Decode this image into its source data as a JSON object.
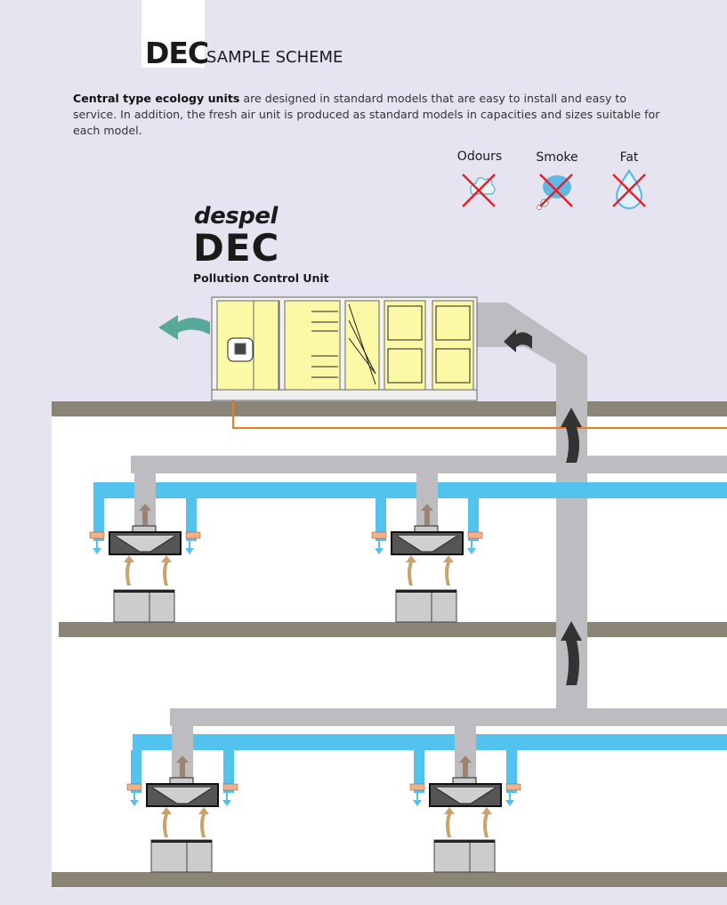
{
  "header": {
    "title_bold": "DEC",
    "title_rest": "SAMPLE SCHEME"
  },
  "intro": {
    "bold": "Central type ecology units",
    "text": " are designed in standard models that are easy to install and easy to service. In addition, the fresh air unit is produced as standard models in capacities and sizes suitable for each model."
  },
  "filters": [
    {
      "label": "Odours",
      "icon": "odour-cloud-icon"
    },
    {
      "label": "Smoke",
      "icon": "smoke-icon"
    },
    {
      "label": "Fat",
      "icon": "fat-drop-icon"
    }
  ],
  "unit": {
    "brand": "despel",
    "model": "DEC",
    "name": "Pollution Control Unit"
  },
  "colors": {
    "background": "#e6e4f1",
    "floor": "#8a8576",
    "duct": "#bdbcc0",
    "fresh_air": "#52c2ee",
    "unit": "#fbf8a6",
    "exhaust_arrow": "#5aa899",
    "control_line": "#f07a1a"
  }
}
